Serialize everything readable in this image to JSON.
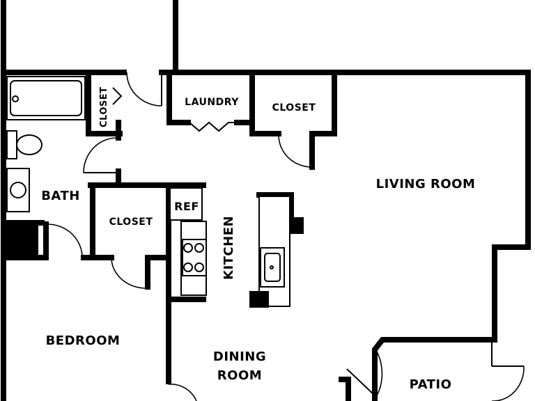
{
  "rooms": {
    "bath": "BATH",
    "closet_bath": "CLOSET",
    "laundry": "LAUNDRY",
    "closet_center": "CLOSET",
    "living_room": "LIVING ROOM",
    "closet_bedroom": "CLOSET",
    "ref": "REF",
    "kitchen": "KITCHEN",
    "bedroom": "BEDROOM",
    "dining_line1": "DINING",
    "dining_line2": "ROOM",
    "patio": "PATIO"
  }
}
